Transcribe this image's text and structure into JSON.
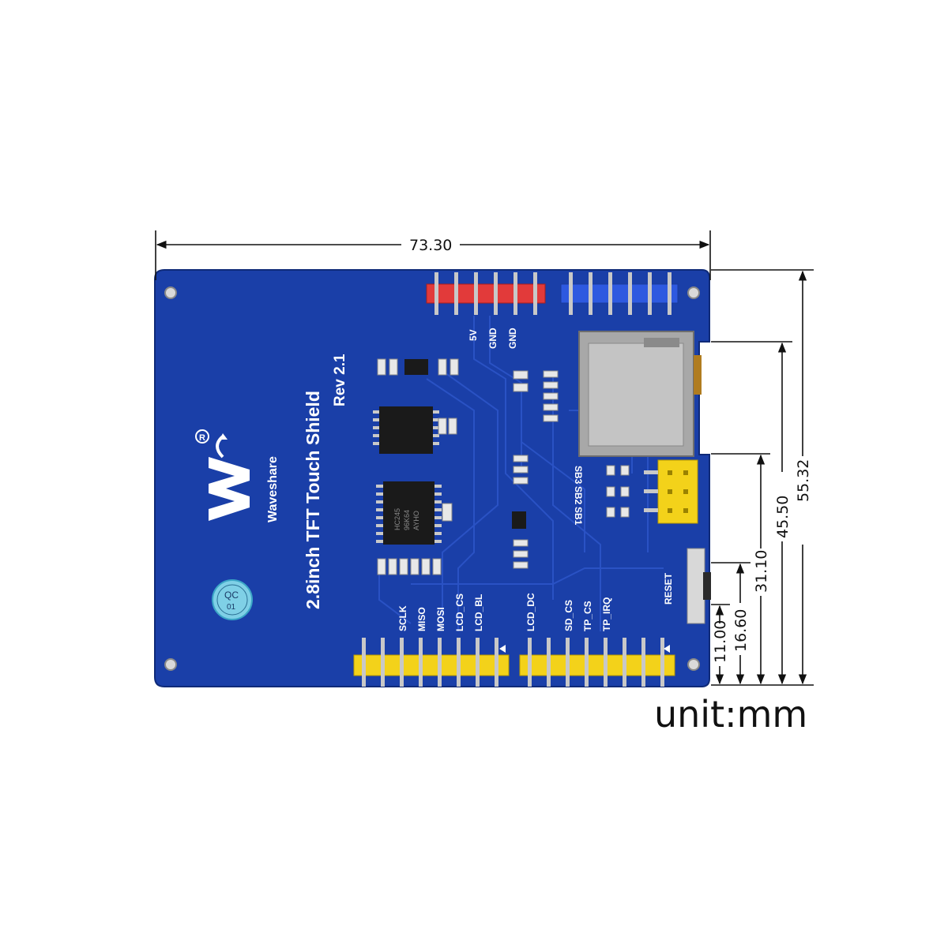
{
  "dimensions": {
    "width": "73.30",
    "height_total": "55.32",
    "h_45_50": "45.50",
    "h_31_10": "31.10",
    "h_16_60": "16.60",
    "h_11_00": "11.00",
    "unit": "unit:mm"
  },
  "board": {
    "title": "2.8inch TFT Touch Shield",
    "revision": "Rev 2.1",
    "brand": "Waveshare",
    "qc_label_line1": "QC",
    "qc_label_line2": "01",
    "power_labels": [
      "5V",
      "GND",
      "GND"
    ],
    "left_header_labels": [
      "SCLK",
      "MISO",
      "MOSI",
      "LCD_CS",
      "LCD_BL"
    ],
    "right_header_labels": [
      "LCD_DC",
      "SD_CS",
      "TP_CS",
      "TP_IRQ"
    ],
    "solder_bridges": [
      "SB3",
      "SB2",
      "SB1"
    ],
    "reset_label": "RESET",
    "chip_label_line1": "HC245",
    "chip_label_line2": "96K64",
    "chip_label_line3": "AYHO"
  },
  "colors": {
    "pcb": "#1a3fa8",
    "trace": "#2a52c4",
    "header_red": "#e23a3a",
    "header_blue": "#2e59e0",
    "header_yellow": "#f3d21a",
    "metal": "#b9b9b9"
  }
}
